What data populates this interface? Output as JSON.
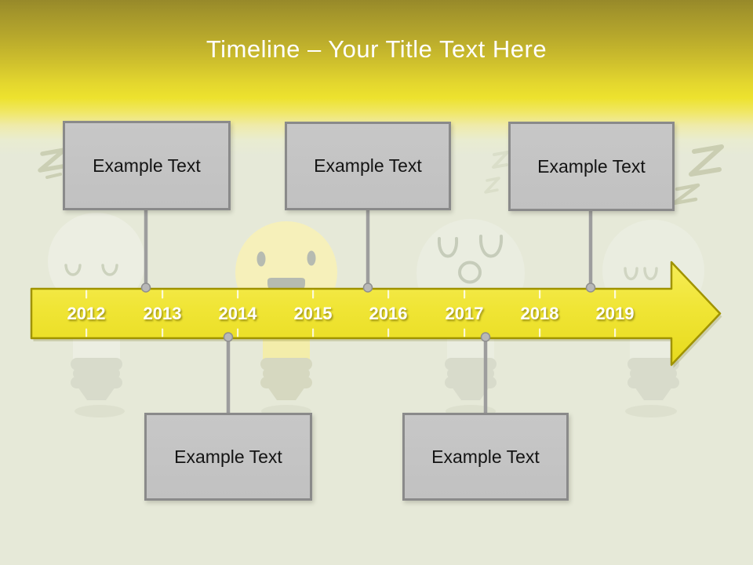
{
  "slide": {
    "title": "Timeline – Your Title Text Here"
  },
  "timeline": {
    "years": [
      "2012",
      "2013",
      "2014",
      "2015",
      "2016",
      "2017",
      "2018",
      "2019"
    ],
    "arrow_fill": "#f0e535",
    "arrow_border": "#a09300"
  },
  "events": [
    {
      "label": "Example Text",
      "position": "above",
      "anchor_year": "2013"
    },
    {
      "label": "Example Text",
      "position": "above",
      "anchor_year": "2016"
    },
    {
      "label": "Example Text",
      "position": "above",
      "anchor_year": "2019"
    },
    {
      "label": "Example Text",
      "position": "below",
      "anchor_year": "2014"
    },
    {
      "label": "Example Text",
      "position": "below",
      "anchor_year": "2017"
    }
  ],
  "colors": {
    "background": "#e6e9d8",
    "header_gold_dark": "#97892a",
    "header_yellow": "#ede22e",
    "box_fill": "#c4c4c4",
    "box_border": "#8a8a8a",
    "connector_gray": "#9d9d9d",
    "title_color": "#ffffff",
    "year_text": "#ffffff"
  }
}
